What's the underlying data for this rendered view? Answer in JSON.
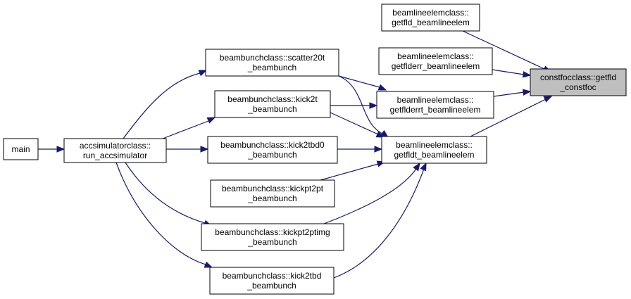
{
  "nodes": {
    "main": {
      "lines": [
        "main"
      ]
    },
    "run_accsimulator": {
      "lines": [
        "accsimulatorclass::",
        "run_accsimulator"
      ]
    },
    "scatter20t": {
      "lines": [
        "beambunchclass::scatter20t",
        "_beambunch"
      ]
    },
    "kick2t": {
      "lines": [
        "beambunchclass::kick2t",
        "_beambunch"
      ]
    },
    "kick2tbd0": {
      "lines": [
        "beambunchclass::kick2tbd0",
        "_beambunch"
      ]
    },
    "kickpt2pt": {
      "lines": [
        "beambunchclass::kickpt2pt",
        "_beambunch"
      ]
    },
    "kickpt2ptimg": {
      "lines": [
        "beambunchclass::kickpt2ptimg",
        "_beambunch"
      ]
    },
    "kick2tbd": {
      "lines": [
        "beambunchclass::kick2tbd",
        "_beambunch"
      ]
    },
    "getfld_beamlineelem": {
      "lines": [
        "beamlineelemclass::",
        "getfld_beamlineelem"
      ]
    },
    "getflderr_beamlineelem": {
      "lines": [
        "beamlineelemclass::",
        "getflderr_beamlineelem"
      ]
    },
    "getflderrt_beamlineelem": {
      "lines": [
        "beamlineelemclass::",
        "getflderrt_beamlineelem"
      ]
    },
    "getfldt_beamlineelem": {
      "lines": [
        "beamlineelemclass::",
        "getfldt_beamlineelem"
      ]
    },
    "getfld_constfoc": {
      "lines": [
        "constfocclass::getfld",
        "_constfoc"
      ]
    }
  },
  "edges": [
    [
      "main",
      "run_accsimulator"
    ],
    [
      "run_accsimulator",
      "scatter20t"
    ],
    [
      "run_accsimulator",
      "kick2t"
    ],
    [
      "run_accsimulator",
      "kick2tbd0"
    ],
    [
      "run_accsimulator",
      "kickpt2ptimg"
    ],
    [
      "run_accsimulator",
      "kick2tbd"
    ],
    [
      "scatter20t",
      "getflderrt_beamlineelem"
    ],
    [
      "scatter20t",
      "getfldt_beamlineelem"
    ],
    [
      "kick2t",
      "getflderrt_beamlineelem"
    ],
    [
      "kick2t",
      "getfldt_beamlineelem"
    ],
    [
      "kick2tbd0",
      "getfldt_beamlineelem"
    ],
    [
      "kickpt2pt",
      "getfldt_beamlineelem"
    ],
    [
      "kickpt2ptimg",
      "getfldt_beamlineelem"
    ],
    [
      "kick2tbd",
      "getfldt_beamlineelem"
    ],
    [
      "getfld_beamlineelem",
      "getfld_constfoc"
    ],
    [
      "getflderr_beamlineelem",
      "getfld_constfoc"
    ],
    [
      "getflderrt_beamlineelem",
      "getfld_constfoc"
    ],
    [
      "getfldt_beamlineelem",
      "getfld_constfoc"
    ]
  ],
  "highlighted_node": "getfld_constfoc",
  "colors": {
    "edge": "#191970",
    "highlight_fill": "#bfbfbf",
    "node_fill": "#ffffff",
    "border": "#000000"
  }
}
